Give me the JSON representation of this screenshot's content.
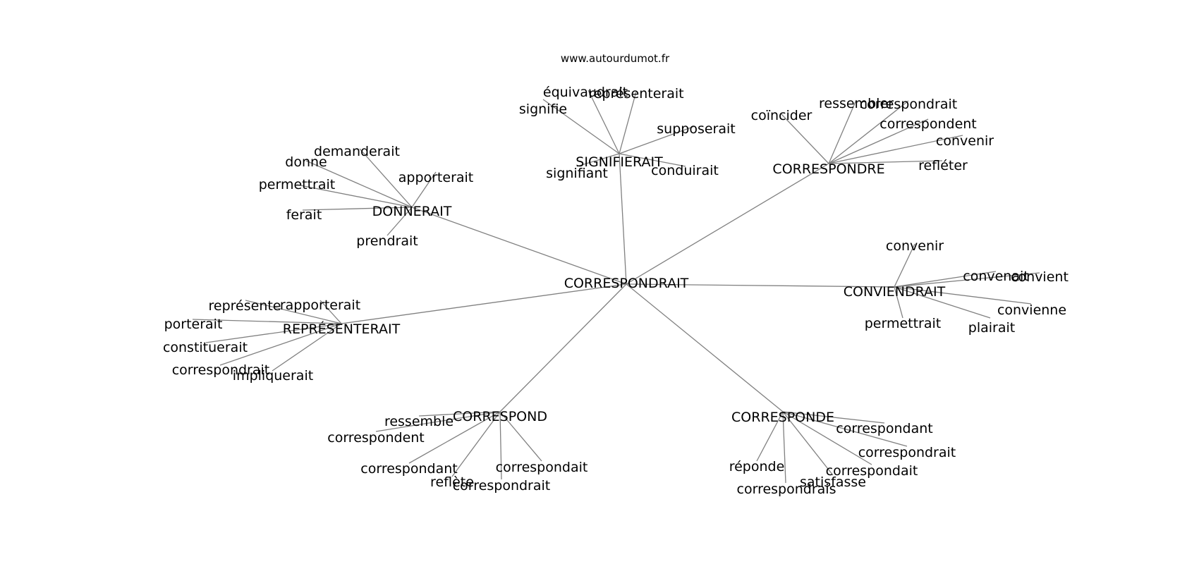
{
  "source": "www.autourdumot.fr",
  "center": "CORRESPONDRAIT",
  "clusters": [
    {
      "hub": "SIGNIFIERAIT",
      "leaves": [
        "équivaudrait",
        "représenterait",
        "signifie",
        "supposerait",
        "signifiant",
        "conduirait"
      ]
    },
    {
      "hub": "CORRESPONDRE",
      "leaves": [
        "coïncider",
        "ressembler",
        "correspondrait",
        "correspondent",
        "convenir",
        "refléter"
      ]
    },
    {
      "hub": "DONNERAIT",
      "leaves": [
        "demanderait",
        "donne",
        "apporterait",
        "permettrait",
        "ferait",
        "prendrait"
      ]
    },
    {
      "hub": "CONVIENDRAIT",
      "leaves": [
        "convenir",
        "convenait",
        "convient",
        "convienne",
        "permettrait",
        "plairait"
      ]
    },
    {
      "hub": "REPRÉSENTERAIT",
      "leaves": [
        "représente",
        "rapporterait",
        "porterait",
        "constituerait",
        "correspondrait",
        "impliquerait"
      ]
    },
    {
      "hub": "CORRESPOND",
      "leaves": [
        "ressemble",
        "correspondent",
        "correspondant",
        "reflète",
        "correspondrait",
        "correspondait"
      ]
    },
    {
      "hub": "CORRESPONDE",
      "leaves": [
        "correspondant",
        "correspondrait",
        "réponde",
        "correspondait",
        "satisfasse",
        "correspondrais"
      ]
    }
  ]
}
